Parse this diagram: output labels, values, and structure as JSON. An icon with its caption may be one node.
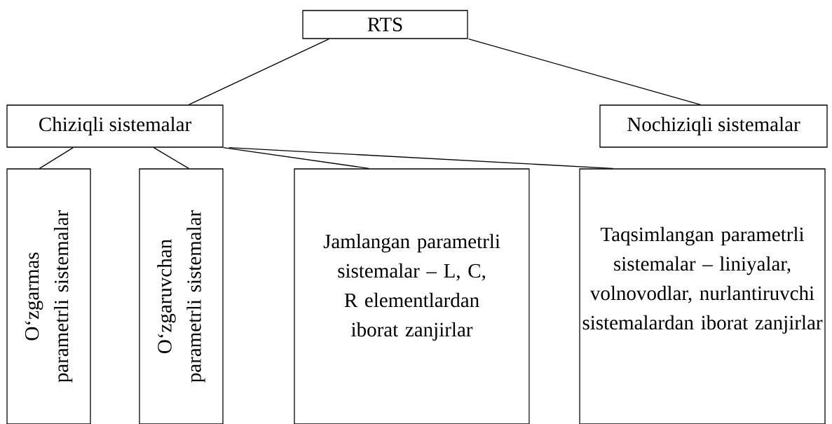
{
  "diagram": {
    "nodes": [
      {
        "text": [
          "RTS"
        ]
      },
      {
        "text": [
          "Chiziqli sistemalar"
        ]
      },
      {
        "text": [
          "Nochiziqli sistemalar"
        ]
      },
      {
        "text": [
          "O‘zgarmas parametrli sistemalar"
        ]
      },
      {
        "text": [
          "O‘zgaruvchan parametrli sistemalar"
        ]
      },
      {
        "text": [
          "Jamlangan parametrli sistemalar – L, C, R elementlardan iborat zanjirlar"
        ]
      },
      {
        "text": [
          "Taqsimlangan parametrli sistemalar – liniyalar, volnovodlar, nurlantiruvchi sistemalardan iborat zanjirlar"
        ]
      }
    ],
    "edges": [
      {
        "from": 0,
        "to": 1,
        "arrow": "none"
      },
      {
        "from": 0,
        "to": 2,
        "arrow": "none"
      },
      {
        "from": 1,
        "to": 3,
        "arrow": "none"
      },
      {
        "from": 1,
        "to": 4,
        "arrow": "none"
      },
      {
        "from": 1,
        "to": 5,
        "arrow": "none"
      },
      {
        "from": 1,
        "to": 6,
        "arrow": "none"
      }
    ]
  }
}
